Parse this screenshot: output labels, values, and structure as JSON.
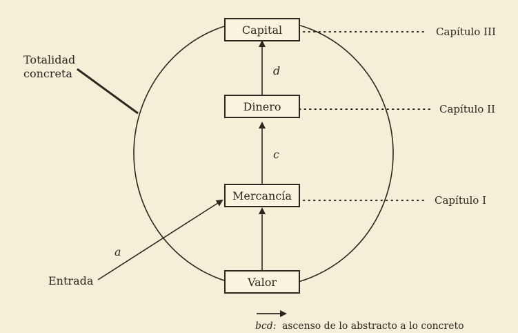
{
  "nodes": {
    "capital": "Capital",
    "dinero": "Dinero",
    "mercancia": "Mercancía",
    "valor": "Valor"
  },
  "chapters": {
    "ch3": "Capítulo III",
    "ch2": "Capítulo II",
    "ch1": "Capítulo I"
  },
  "labels": {
    "totalidad_line1": "Totalidad",
    "totalidad_line2": "concreta",
    "entrada": "Entrada",
    "a": "a",
    "c": "c",
    "d": "d"
  },
  "legend": {
    "key": "bcd:",
    "text": "ascenso de lo abstracto a lo concreto"
  }
}
